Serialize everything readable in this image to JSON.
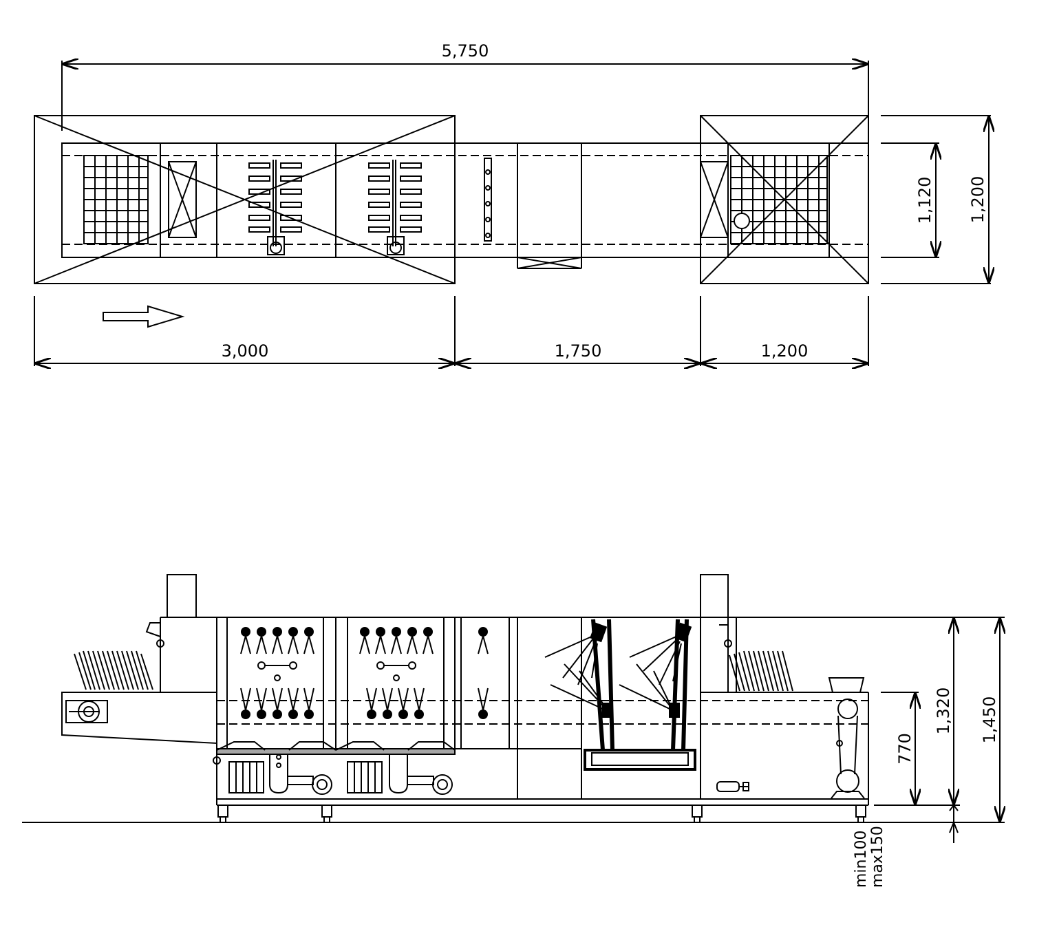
{
  "dimensions": {
    "total_length": "5,750",
    "load_section": "3,000",
    "middle_section": "1,750",
    "unload_section": "1,200",
    "inner_width": "1,120",
    "outer_width": "1,200",
    "conveyor_height": "770",
    "machine_height": "1,320",
    "overall_height": "1,450",
    "foot_min": "min100",
    "foot_max": "max150"
  },
  "colors": {
    "line": "#000000",
    "background": "#ffffff"
  }
}
